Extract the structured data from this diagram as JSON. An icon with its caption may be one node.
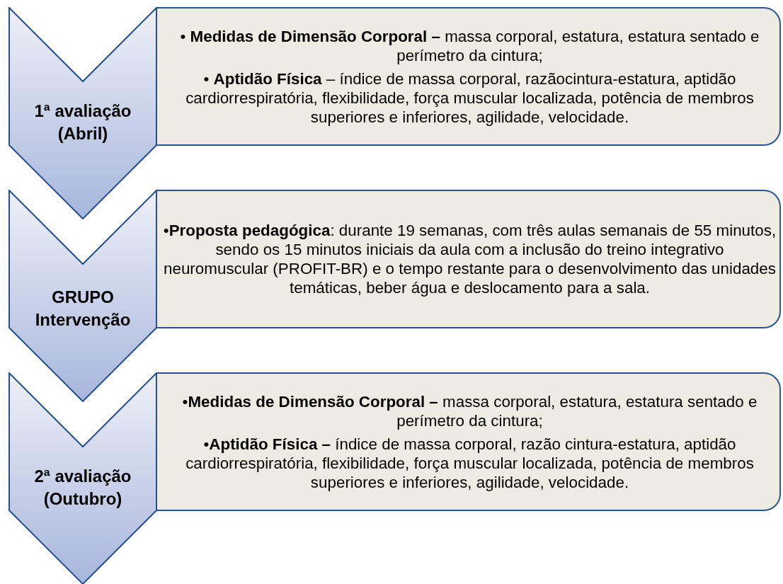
{
  "diagram": {
    "nodes": [
      {
        "text": [
          "1ª avaliação (Abril)"
        ]
      },
      {
        "text": [
          "• **Medidas de Dimensão Corporal –** massa corporal, estatura, estatura sentado e perímetro da cintura;",
          "• **Aptidão Física** – índice de massa corporal, razãocintura-estatura, aptidão cardiorrespiratória, flexibilidade, força muscular localizada, potência de membros superiores e inferiores, agilidade, velocidade."
        ]
      },
      {
        "text": [
          "GRUPO Intervenção"
        ]
      },
      {
        "text": [
          "•**Proposta pedagógica**: durante 19 semanas, com três aulas semanais de 55 minutos, sendo os 15 minutos iniciais da aula com a inclusão do treino integrativo neuromuscular (PROFIT-BR) e o tempo restante para o desenvolvimento das unidades temáticas, beber água e deslocamento para a sala."
        ]
      },
      {
        "text": [
          "2ª avaliação (Outubro)"
        ]
      },
      {
        "text": [
          "•**Medidas de Dimensão Corporal –** massa corporal, estatura, estatura sentado e perímetro da cintura;",
          "•**Aptidão Física –** índice de massa corporal, razão cintura-estatura, aptidão cardiorrespiratória, flexibilidade, força muscular localizada, potência de membros superiores e inferiores, agilidade, velocidade."
        ]
      }
    ]
  }
}
